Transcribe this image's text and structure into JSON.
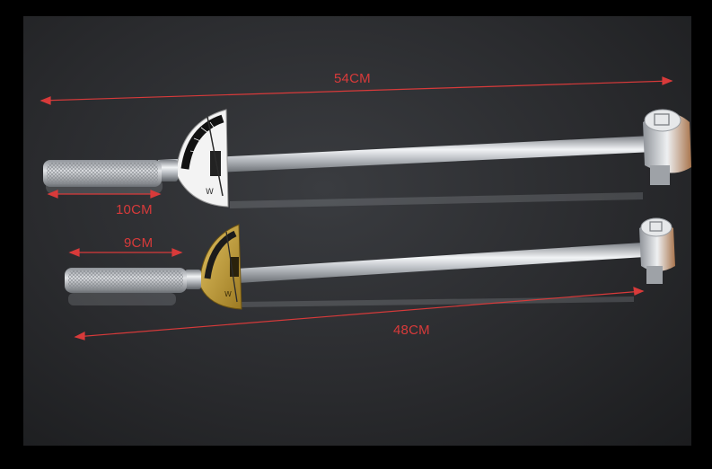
{
  "measurements": {
    "long_wrench_length": "54CM",
    "long_wrench_handle": "10CM",
    "short_wrench_handle": "9CM",
    "short_wrench_length": "48CM"
  },
  "colors": {
    "background": "#2a2b2e",
    "frame": "#000000",
    "dimension_line": "#d83a3a",
    "chrome": "#c9ccd0",
    "gold_scale": "#c8a33a"
  }
}
